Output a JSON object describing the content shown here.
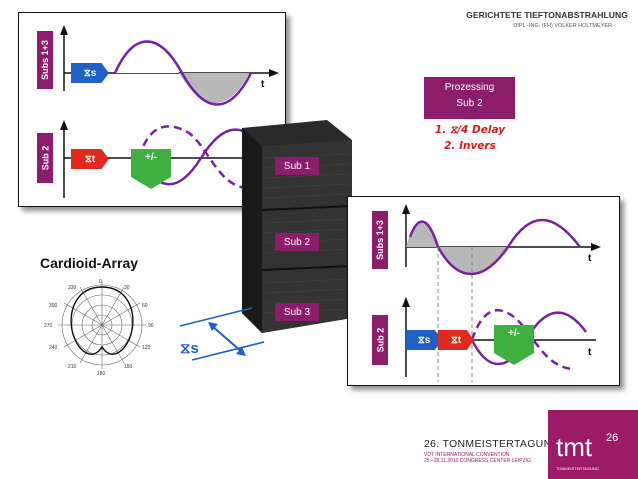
{
  "header": {
    "title": "GERICHTETE TIEFTONABSTRAHLUNG",
    "subtitle": "DIPL.-ING. (FH) VOLKER HOLTMEYER"
  },
  "panel_left": {
    "top_label": "Subs 1+3",
    "top_delay": "⧖s",
    "bottom_label": "Sub 2",
    "bottom_delay": "⧖t",
    "invert": "+/-",
    "axis_t": "t"
  },
  "panel_right": {
    "top_label": "Subs 1+3",
    "bottom_label": "Sub 2",
    "delay_s": "⧖s",
    "delay_t": "⧖t",
    "invert": "+/-",
    "axis_t": "t"
  },
  "processing": {
    "title_line1": "Prozessing",
    "title_line2": "Sub 2",
    "step1": "1. ⧖/4 Delay",
    "step2": "2. Invers"
  },
  "subs": {
    "sub1": "Sub 1",
    "sub2": "Sub 2",
    "sub3": "Sub 3"
  },
  "spacing_label": "⧖s",
  "cardioid": {
    "title": "Cardioid-Array",
    "angles": [
      "0",
      "30",
      "60",
      "90",
      "120",
      "150",
      "180",
      "210",
      "240",
      "270",
      "300",
      "330"
    ]
  },
  "footer": {
    "event": "26. TONMEISTERTAGUNG",
    "line2": "VDT INTERNATIONAL CONVENTION",
    "line3": "25.–28.11.2010 CONGRESS CENTER LEIPZIG",
    "logo_text": "tmt",
    "logo_sup": "26",
    "logo_tag": "TONMEISTERTAGUNG"
  },
  "colors": {
    "accent": "#8b1d6a",
    "wave": "#7a1fa3",
    "fill": "#b8b8b8",
    "delay_s_blue": "#1e5fc8",
    "delay_t_red": "#e02a1f",
    "invert_green": "#3fb040"
  }
}
